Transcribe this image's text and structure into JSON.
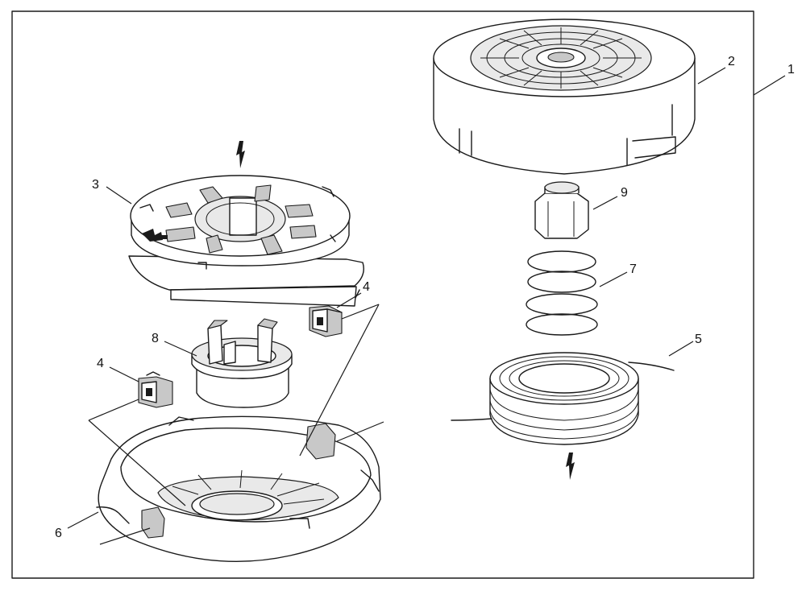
{
  "callouts": [
    {
      "id": "1",
      "label": "1"
    },
    {
      "id": "2",
      "label": "2"
    },
    {
      "id": "3",
      "label": "3"
    },
    {
      "id": "4a",
      "label": "4"
    },
    {
      "id": "4b",
      "label": "4"
    },
    {
      "id": "5",
      "label": "5"
    },
    {
      "id": "6",
      "label": "6"
    },
    {
      "id": "7",
      "label": "7"
    },
    {
      "id": "8",
      "label": "8"
    },
    {
      "id": "9",
      "label": "9"
    }
  ]
}
